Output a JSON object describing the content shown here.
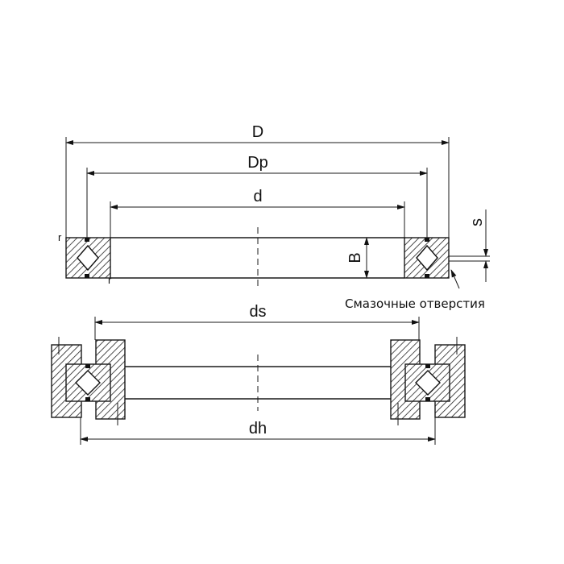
{
  "labels": {
    "D": "D",
    "Dp": "Dp",
    "d": "d",
    "B": "B",
    "s": "s",
    "r1": "r",
    "r2": "r",
    "ds": "ds",
    "dh": "dh",
    "lubrication_holes": "Смазочные отверстия"
  }
}
